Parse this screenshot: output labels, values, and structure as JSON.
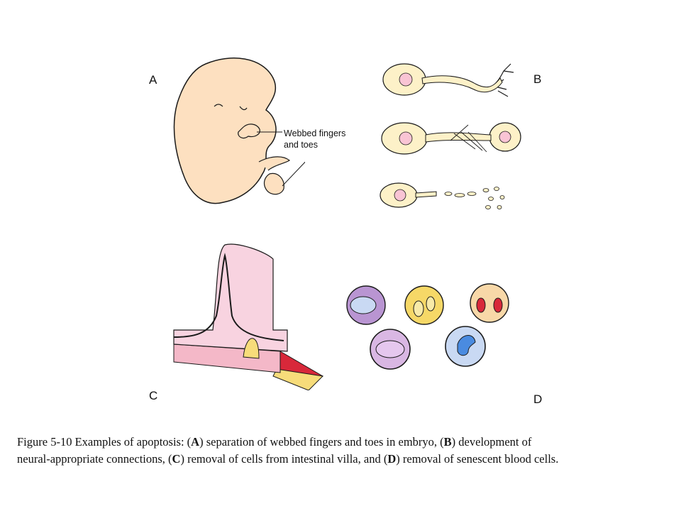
{
  "panels": {
    "a": "A",
    "b": "B",
    "c": "C",
    "d": "D"
  },
  "callout": {
    "line1": "Webbed fingers",
    "line2": "and toes"
  },
  "caption": {
    "prefix": "Figure 5-10 Examples of apoptosis: (",
    "a_letter": "A",
    "a_text": ") separation of webbed fingers and toes in embryo, (",
    "b_letter": "B",
    "b_text": ") development of",
    "b_text2": "neural-appropriate connections, (",
    "c_letter": "C",
    "c_text": ") removal of cells from intestinal villa, and (",
    "d_letter": "D",
    "d_text": ") removal of senescent blood cells."
  },
  "colors": {
    "skin": "#fde0c0",
    "neuron": "#fdf1c8",
    "nucleus_pink": "#f9c4d4",
    "villus_pink": "#f4b8c8",
    "villus_red": "#d8283a",
    "villus_yellow": "#f7dc7a",
    "cell_purple": "#b995d2",
    "cell_yellow": "#f6d867",
    "cell_orange": "#f8d8a8",
    "cell_lavender": "#d9b7e3",
    "cell_blue": "#c9d9f3",
    "cell_nucleus_blue": "#4a8be0",
    "outline": "#1a1a1a"
  }
}
